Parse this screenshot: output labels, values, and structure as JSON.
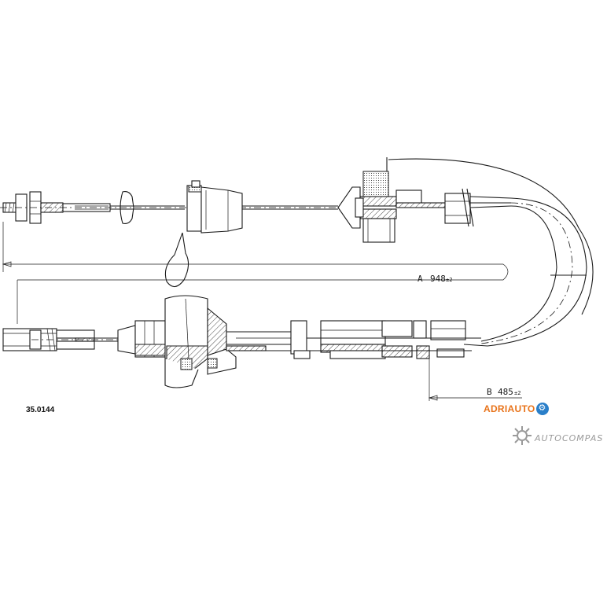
{
  "part_number": "35.0144",
  "dimensions": {
    "a_letter": "A",
    "a_value": "948",
    "a_tolerance": "±2",
    "b_letter": "B",
    "b_value": "485",
    "b_tolerance": "±2"
  },
  "brand": {
    "name": "ADRIAUTO",
    "text_color": "#e8731a",
    "badge_color": "#2a7fc9"
  },
  "watermark": {
    "text": "AUTOCOMPAS",
    "color": "#9a9a9a"
  },
  "colors": {
    "line": "#1a1a1a",
    "background": "#ffffff"
  }
}
